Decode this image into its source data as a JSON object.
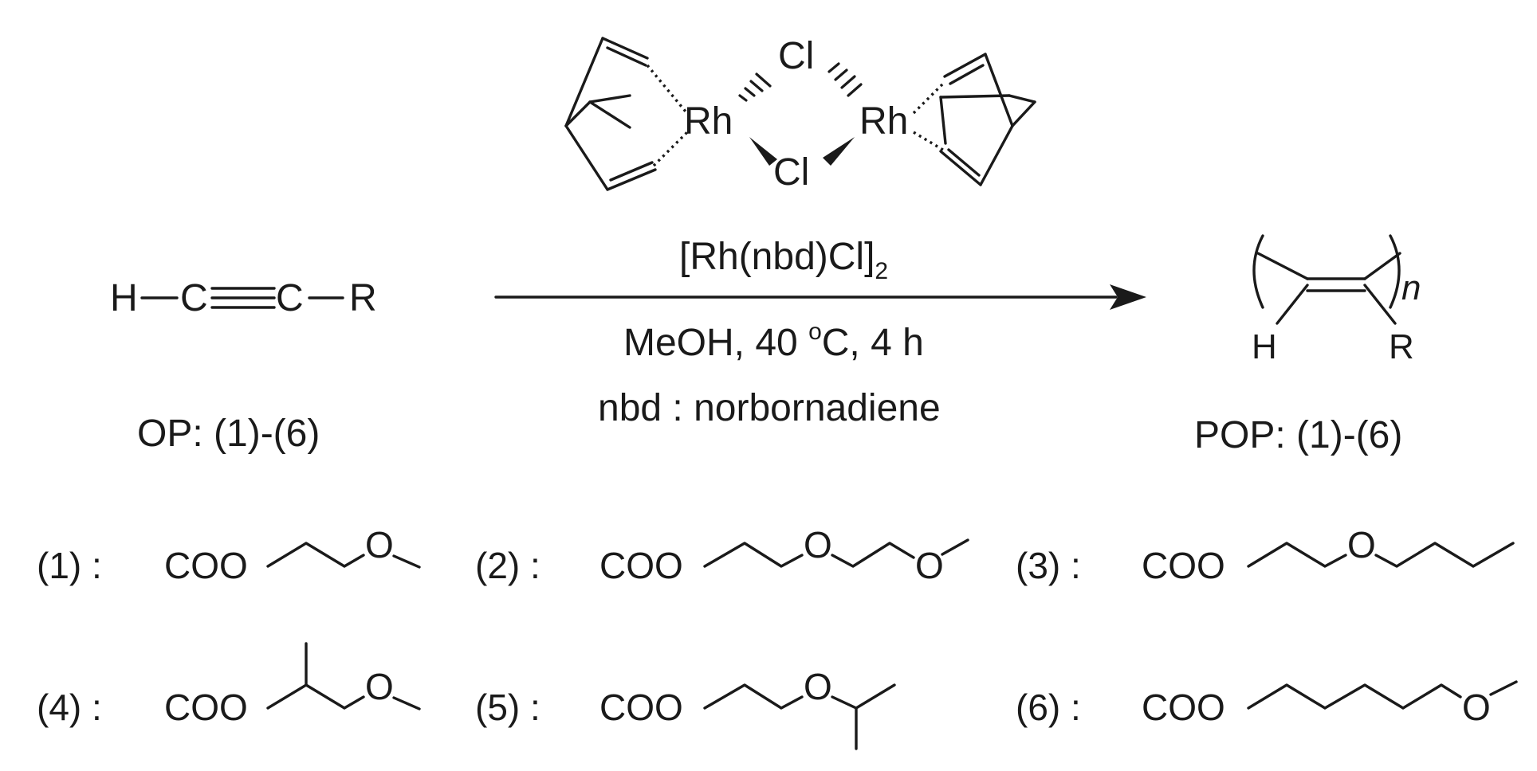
{
  "catalyst": {
    "atom_cl": "Cl",
    "atom_rh": "Rh",
    "name_text": "[Rh(nbd)Cl]",
    "name_sub": "2"
  },
  "conditions": {
    "line1_pre": "MeOH, 40 ",
    "line1_sup": "o",
    "line1_post": "C, 4 h",
    "line2": "nbd : norbornadiene"
  },
  "reactant": {
    "formula_h": "H",
    "formula_c1": "C",
    "formula_c2": "C",
    "formula_r": "R",
    "label": "OP: (1)-(6)"
  },
  "product": {
    "sub_h": "H",
    "sub_r": "R",
    "repeat": "n",
    "label": "POP: (1)-(6)"
  },
  "substituents": [
    {
      "label": "(1) :",
      "head": "COO",
      "o_atoms": [
        "O"
      ]
    },
    {
      "label": "(2) :",
      "head": "COO",
      "o_atoms": [
        "O",
        "O"
      ]
    },
    {
      "label": "(3) :",
      "head": "COO",
      "o_atoms": [
        "O"
      ]
    },
    {
      "label": "(4) :",
      "head": "COO",
      "o_atoms": [
        "O"
      ]
    },
    {
      "label": "(5) :",
      "head": "COO",
      "o_atoms": [
        "O"
      ]
    },
    {
      "label": "(6) :",
      "head": "COO",
      "o_atoms": [
        "O"
      ]
    }
  ]
}
